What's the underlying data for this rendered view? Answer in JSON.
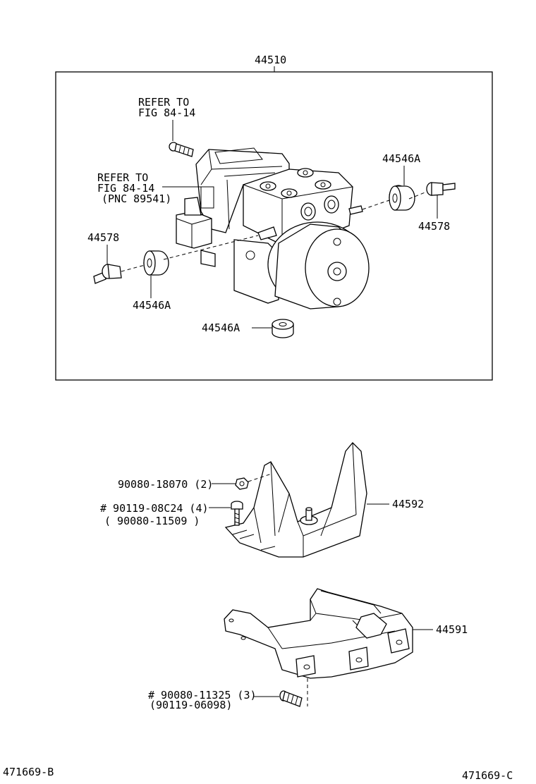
{
  "labels": {
    "assembly": "44510",
    "refer_top_1": "REFER TO",
    "refer_top_2": "FIG 84-14",
    "refer_mid_1": "REFER TO",
    "refer_mid_2": "FIG 84-14",
    "refer_mid_3": "(PNC 89541)",
    "cushion_right": "44546A",
    "bolt_right": "44578",
    "bolt_left": "44578",
    "cushion_left": "44546A",
    "cushion_bottom": "44546A",
    "nut": "90080-18070 (2)",
    "bolt_a_1": "# 90119-08C24 (4)",
    "bolt_a_2": "( 90080-11509 )",
    "bracket_upper": "44592",
    "bracket_lower": "44591",
    "bolt_b_1": "# 90080-11325 (3)",
    "bolt_b_2": "(90119-06098)",
    "footer_left": "471669-B",
    "footer_right": "471669-C"
  }
}
